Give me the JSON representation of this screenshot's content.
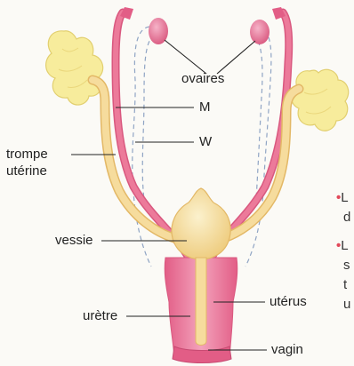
{
  "labels": {
    "ovaires": "ovaires",
    "m": "M",
    "w": "W",
    "trompe_line1": "trompe",
    "trompe_line2": "utérine",
    "vessie": "vessie",
    "uterus": "utérus",
    "uretre": "urètre",
    "vagin": "vagin"
  },
  "side_text": [
    {
      "bullet": "•",
      "text": "L"
    },
    {
      "bullet": "",
      "text": "d"
    },
    {
      "bullet": "•",
      "text": "L"
    },
    {
      "bullet": "",
      "text": "s"
    },
    {
      "bullet": "",
      "text": "t"
    },
    {
      "bullet": "",
      "text": "u"
    }
  ],
  "colors": {
    "pink": "#ec7a9a",
    "pink_dark": "#d9587f",
    "cream": "#f6dc9d",
    "cream_dark": "#e3b866",
    "yellow_gland": "#f7ec9c",
    "dashed": "#8fa4c4",
    "bullet": "#e2495a"
  }
}
